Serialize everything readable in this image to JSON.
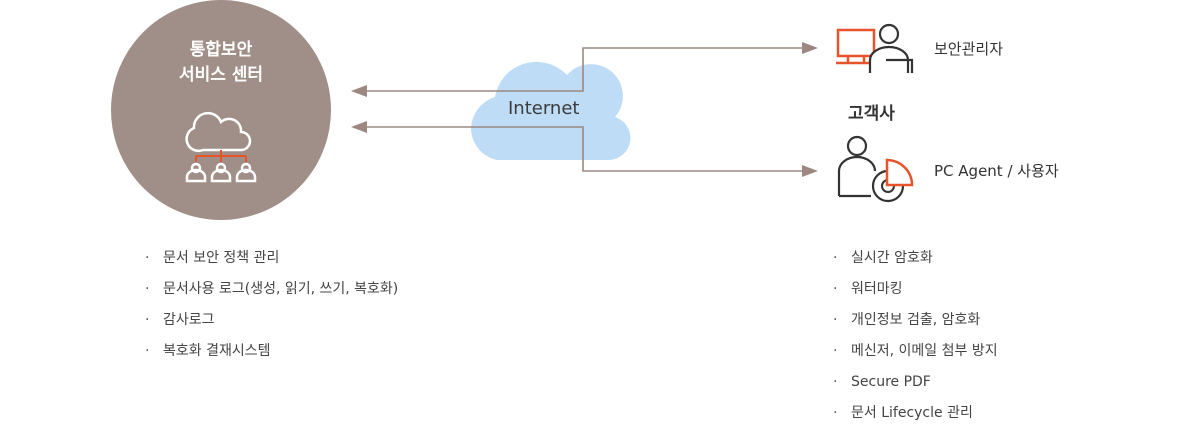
{
  "center": {
    "title_line1": "통합보안",
    "title_line2": "서비스 센터"
  },
  "internet_label": "Internet",
  "customer_label": "고객사",
  "admin_label": "보안관리자",
  "agent_label": "PC Agent / 사용자",
  "bullet": "·",
  "left_list": [
    "문서 보안 정책 관리",
    "문서사용 로그(생성, 읽기, 쓰기, 복호화)",
    "감사로그",
    "복호화 결재시스템"
  ],
  "right_list": [
    "실시간 암호화",
    "워터마킹",
    "개인정보 검출, 암호화",
    "메신저, 이메일 첨부 방지",
    "Secure PDF",
    "문서 Lifecycle 관리"
  ],
  "colors": {
    "circle": "#a08f88",
    "cloud": "#bfdcf6",
    "arrow": "#9c8880",
    "accent": "#e8532a",
    "icon": "#333333"
  }
}
